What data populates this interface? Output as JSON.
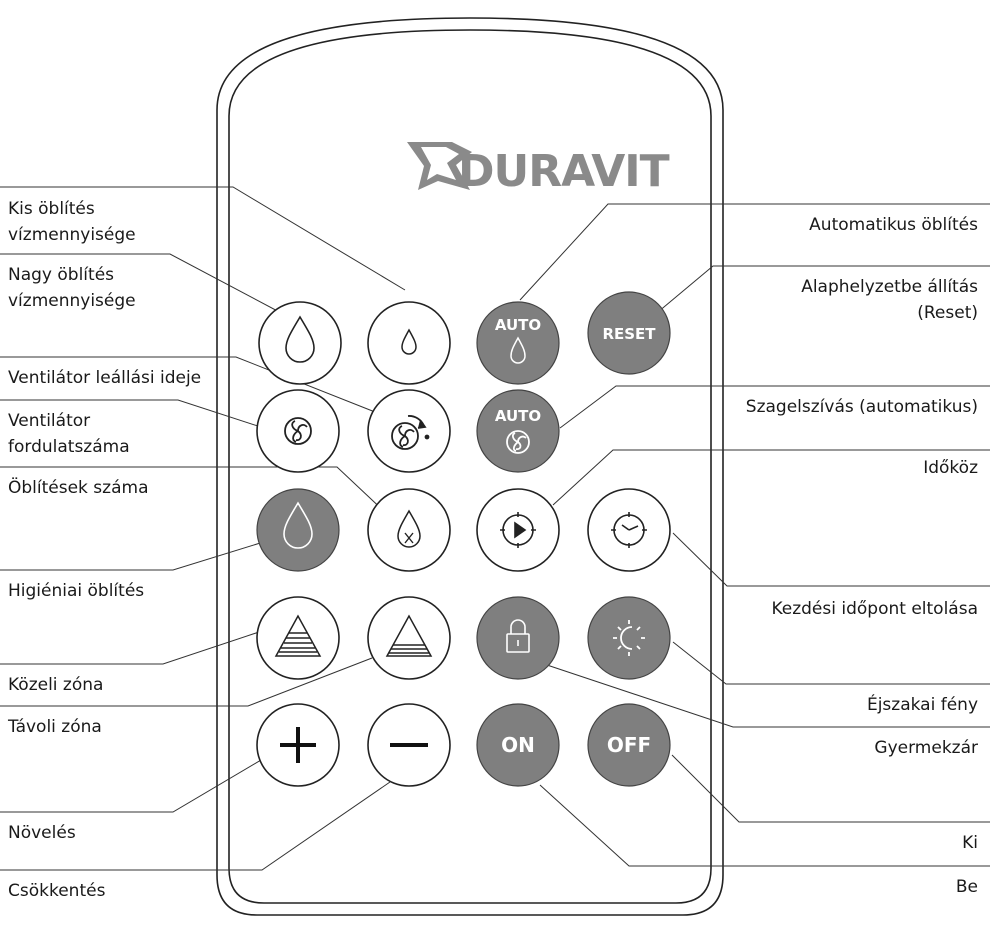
{
  "brand": "DURAVIT",
  "buttons": {
    "auto_flush": "AUTO",
    "reset": "RESET",
    "auto_odour": "AUTO",
    "on": "ON",
    "off": "OFF"
  },
  "labels": {
    "small_flush_volume": [
      "Kis öblítés",
      "vízmennyisége"
    ],
    "large_flush_volume": [
      "Nagy öblítés",
      "vízmennyisége"
    ],
    "fan_run_on_time": "Ventilátor leállási ideje",
    "fan_speed": [
      "Ventilátor",
      "fordulatszáma"
    ],
    "flush_count": "Öblítések száma",
    "hygiene_flush": "Higiéniai öblítés",
    "near_zone": "Közeli zóna",
    "far_zone": "Távoli zóna",
    "increase": "Növelés",
    "decrease": "Csökkentés",
    "automatic_flush": "Automatikus öblítés",
    "reset": [
      "Alaphelyzetbe állítás",
      "(Reset)"
    ],
    "odour_extraction_auto": "Szagelszívás (automatikus)",
    "interval": "Időköz",
    "start_time_shift": "Kezdési időpont eltolása",
    "night_light": "Éjszakai fény",
    "child_lock": "Gyermekzár",
    "off": "Ki",
    "on": "Be"
  }
}
